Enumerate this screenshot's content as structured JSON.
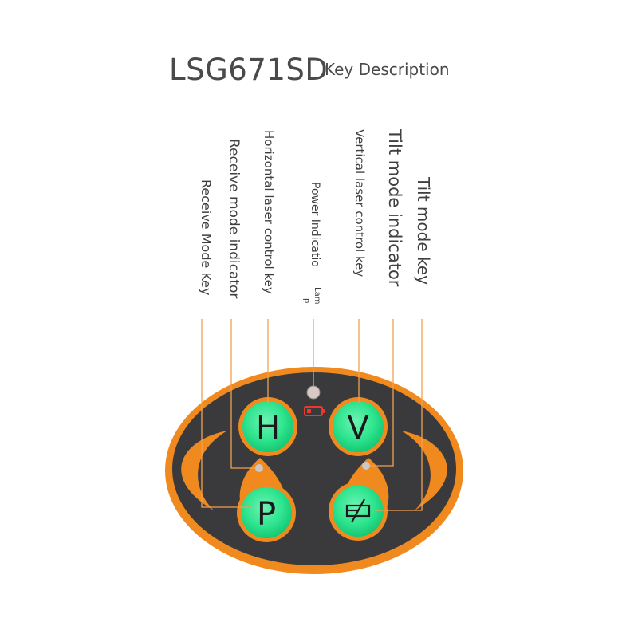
{
  "header": {
    "title": "LSG671SD",
    "subtitle": "Key Description"
  },
  "labels": {
    "receive_mode_key": "Receive Mode Key",
    "receive_mode_indicator": "Receive mode indicator",
    "horizontal_laser_control_key": "Horizontal laser control key",
    "power_indicator_lamp_a": "Power Indicatio",
    "power_indicator_lamp_b": "Lam",
    "power_indicator_lamp_c": "p",
    "vertical_laser_control_key": "Vertical laser control key",
    "tilt_mode_indicator": "Tilt mode indicator",
    "tilt_mode_key": "Tilt mode key"
  },
  "buttons": {
    "h": "H",
    "v": "V",
    "p": "P"
  },
  "colors": {
    "panel_rim": "#f08a1e",
    "panel_face": "#3a3a3c",
    "button_green": "#2fe58f",
    "leader_line": "#f0a050",
    "battery_icon": "#e8392b"
  },
  "icons": [
    "battery-low-icon",
    "tilt-off-icon"
  ]
}
